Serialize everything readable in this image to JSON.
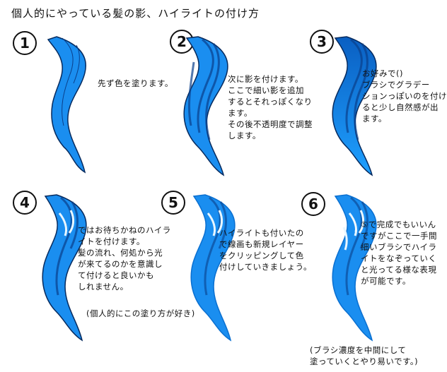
{
  "title": "個人的にやっている髪の影、ハイライトの付け方",
  "steps": [
    {
      "num": "1",
      "text": "先ず色を塗ります。"
    },
    {
      "num": "2",
      "text": "次に影を付けます。\nここで細い影を追加\nするとそれっぽくなり\nます。\nその後不透明度で調整\nします。"
    },
    {
      "num": "3",
      "text": "お好みで()\nブラシでグラデー\nションっぽいのを付け\nると少し自然感が出\nます。"
    },
    {
      "num": "4",
      "text": "ではお待ちかねのハイラ\nイトを付けます。\n髪の流れ、何処から光\nが来てるのかを意識し\nて付けると良いかも\nしれません。",
      "note": "(個人的にこの塗り方が好き)"
    },
    {
      "num": "5",
      "text": "ハイライトも付いたの\nで線画も新規レイヤー\nをクリッピングして色\n付けしていきましょう。"
    },
    {
      "num": "6",
      "text": "⑤で完成でもいいん\nですがここで一手間\n細いブラシでハイラ\nイトをなぞっていく\nと光ってる様な表現\nが可能です。"
    }
  ],
  "footer": "(ブラシ濃度を中間にして\n塗っていくとやり易いです。)",
  "colors": {
    "hair": "#1a8ef0",
    "shadow": "#0a3f8a",
    "outline": "#062a5e",
    "highlight": "#e8f6ff"
  }
}
